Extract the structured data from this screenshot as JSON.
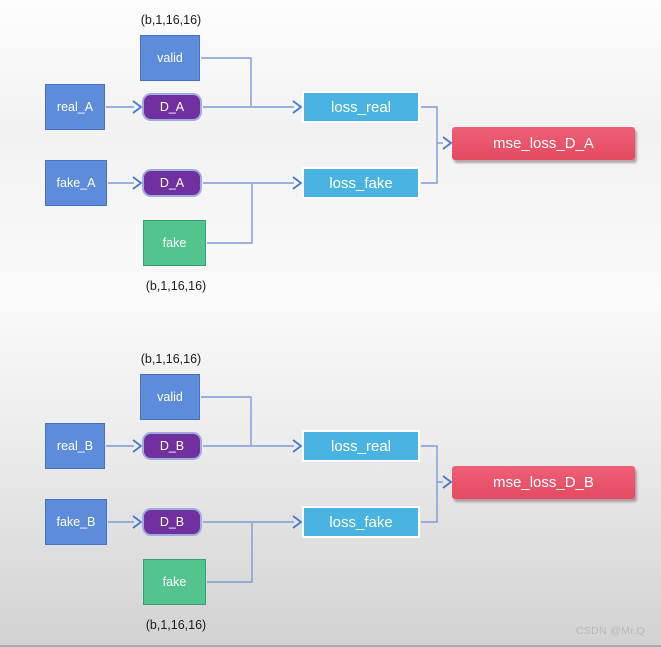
{
  "watermark": "CSDN @Mr.Q",
  "colors": {
    "input_blue": "#5d8cda",
    "input_blue_border": "#4472c4",
    "discriminator_purple": "#7030a0",
    "discriminator_border": "#9fadde",
    "loss_cyan": "#49b4e1",
    "target_green": "#53c48e",
    "target_green_border": "#35a071",
    "mse_red": "#e9556b",
    "connector_blue": "#7e9ad8",
    "arrowhead_blue": "#4a78d0"
  },
  "diagrams": [
    {
      "valid_shape": "(b,1,16,16)",
      "fake_shape": "(b,1,16,16)",
      "valid_label": "valid",
      "real_input_label": "real_A",
      "fake_input_label": "fake_A",
      "discriminator_label": "D_A",
      "fake_target_label": "fake",
      "loss_real_label": "loss_real",
      "loss_fake_label": "loss_fake",
      "mse_loss_label": "mse_loss_D_A"
    },
    {
      "valid_shape": "(b,1,16,16)",
      "fake_shape": "(b,1,16,16)",
      "valid_label": "valid",
      "real_input_label": "real_B",
      "fake_input_label": "fake_B",
      "discriminator_label": "D_B",
      "fake_target_label": "fake",
      "loss_real_label": "loss_real",
      "loss_fake_label": "loss_fake",
      "mse_loss_label": "mse_loss_D_B"
    }
  ]
}
